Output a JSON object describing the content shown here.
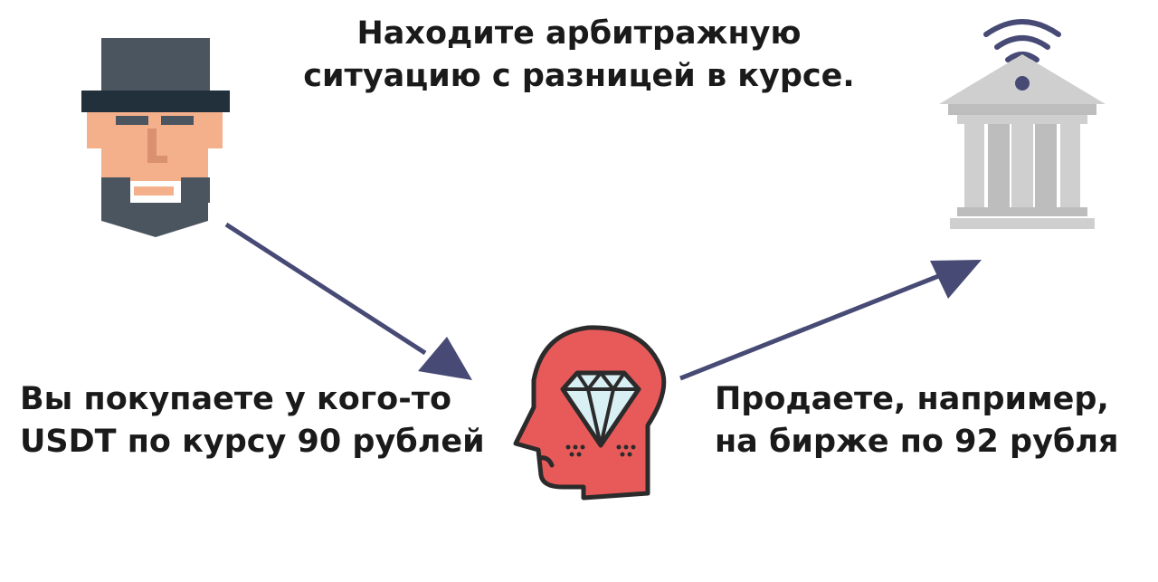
{
  "texts": {
    "top_line1": "Находите арбитражную",
    "top_line2": "ситуацию с разницей в курсе.",
    "left_line1": "Вы покупаете у кого-то",
    "left_line2": "USDT по курсу 90 рублей",
    "right_line1": "Продаете, например,",
    "right_line2": "на бирже по 92 рубля"
  },
  "colors": {
    "arrow": "#474a74",
    "head": "#e85a5a",
    "diamond": "#d8eff3",
    "outline": "#2b2b2b",
    "hat": "#4b5560",
    "hat_band": "#22303c",
    "skin": "#f4b08a",
    "beard": "#4b5560",
    "bank": "#cfcfcf",
    "bank_dark": "#bdbdbd"
  },
  "icons": {
    "person": "spy-person-icon",
    "thinker": "diamond-head-icon",
    "bank": "bank-wifi-icon"
  }
}
